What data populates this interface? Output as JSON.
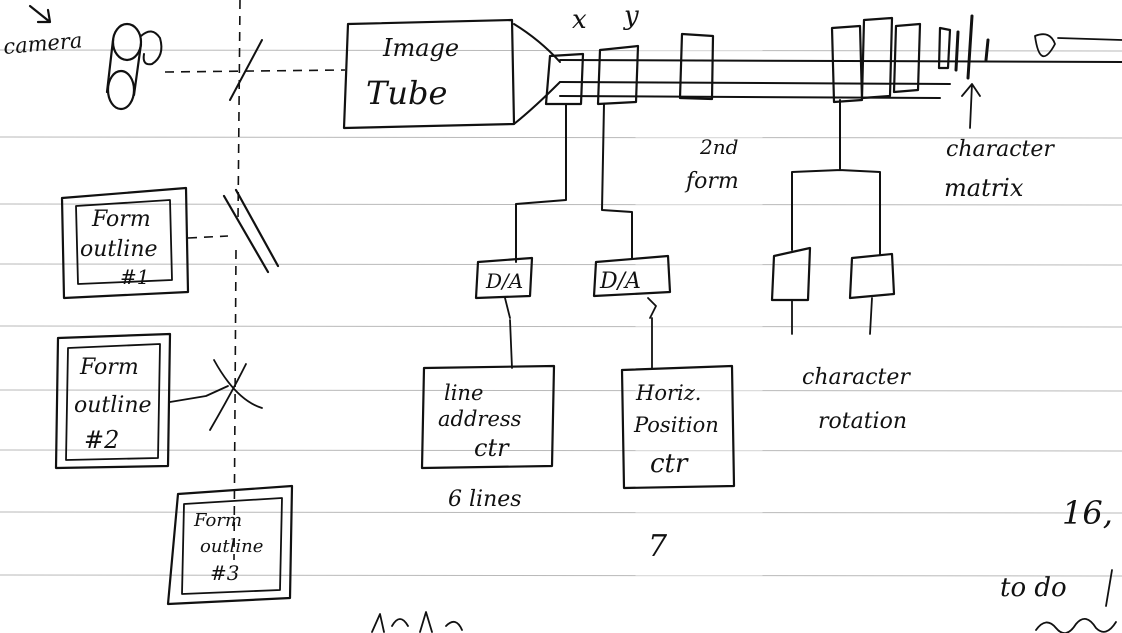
{
  "page": {
    "labels": {
      "camera": "camera",
      "image_tube": [
        "Image",
        "Tube"
      ],
      "x": "x",
      "y": "y",
      "second_form": [
        "2nd",
        "form"
      ],
      "character_matrix": [
        "character",
        "matrix"
      ],
      "form_outline_1": [
        "Form",
        "outline",
        "#1"
      ],
      "form_outline_2": [
        "Form",
        "outline",
        "#2"
      ],
      "form_outline_3": [
        "Form",
        "outline",
        "#3"
      ],
      "da_1": "D/A",
      "da_2": "D/A",
      "line_address_ctr": [
        "line",
        "address",
        "ctr"
      ],
      "horiz_position_ctr": [
        "Horiz.",
        "Position",
        "ctr"
      ],
      "character_rotation": [
        "character",
        "rotation"
      ],
      "six_lines": "6 lines",
      "seven": "7",
      "sixteen": "16,",
      "to_do": "to do"
    }
  }
}
